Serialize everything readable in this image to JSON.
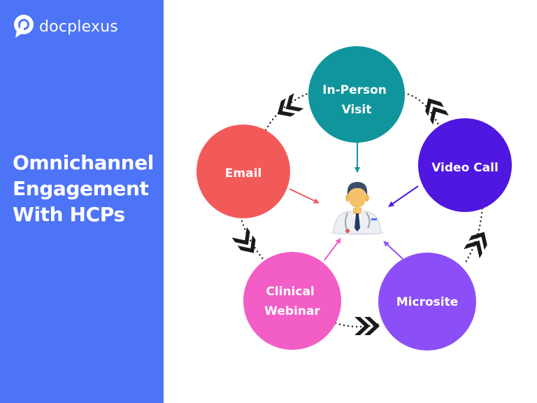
{
  "brand": {
    "name": "docplexus"
  },
  "headline": {
    "lines": [
      "Omnichannel",
      "Engagement",
      "With HCPs"
    ]
  },
  "diagram": {
    "center": {
      "icon": "doctor-icon"
    },
    "nodes": [
      {
        "id": "in-person-visit",
        "lines": [
          "In-Person",
          "Visit"
        ],
        "color": "#10959c"
      },
      {
        "id": "video-call",
        "lines": [
          "Video Call"
        ],
        "color": "#4f17e0"
      },
      {
        "id": "microsite",
        "lines": [
          "Microsite"
        ],
        "color": "#8c4ff7"
      },
      {
        "id": "clinical-webinar",
        "lines": [
          "Clinical",
          "Webinar"
        ],
        "color": "#f35dc6"
      },
      {
        "id": "email",
        "lines": [
          "Email"
        ],
        "color": "#f25a5a"
      }
    ]
  },
  "colors": {
    "sidebar": "#4d74f6",
    "chevron": "#1a1a1a"
  }
}
